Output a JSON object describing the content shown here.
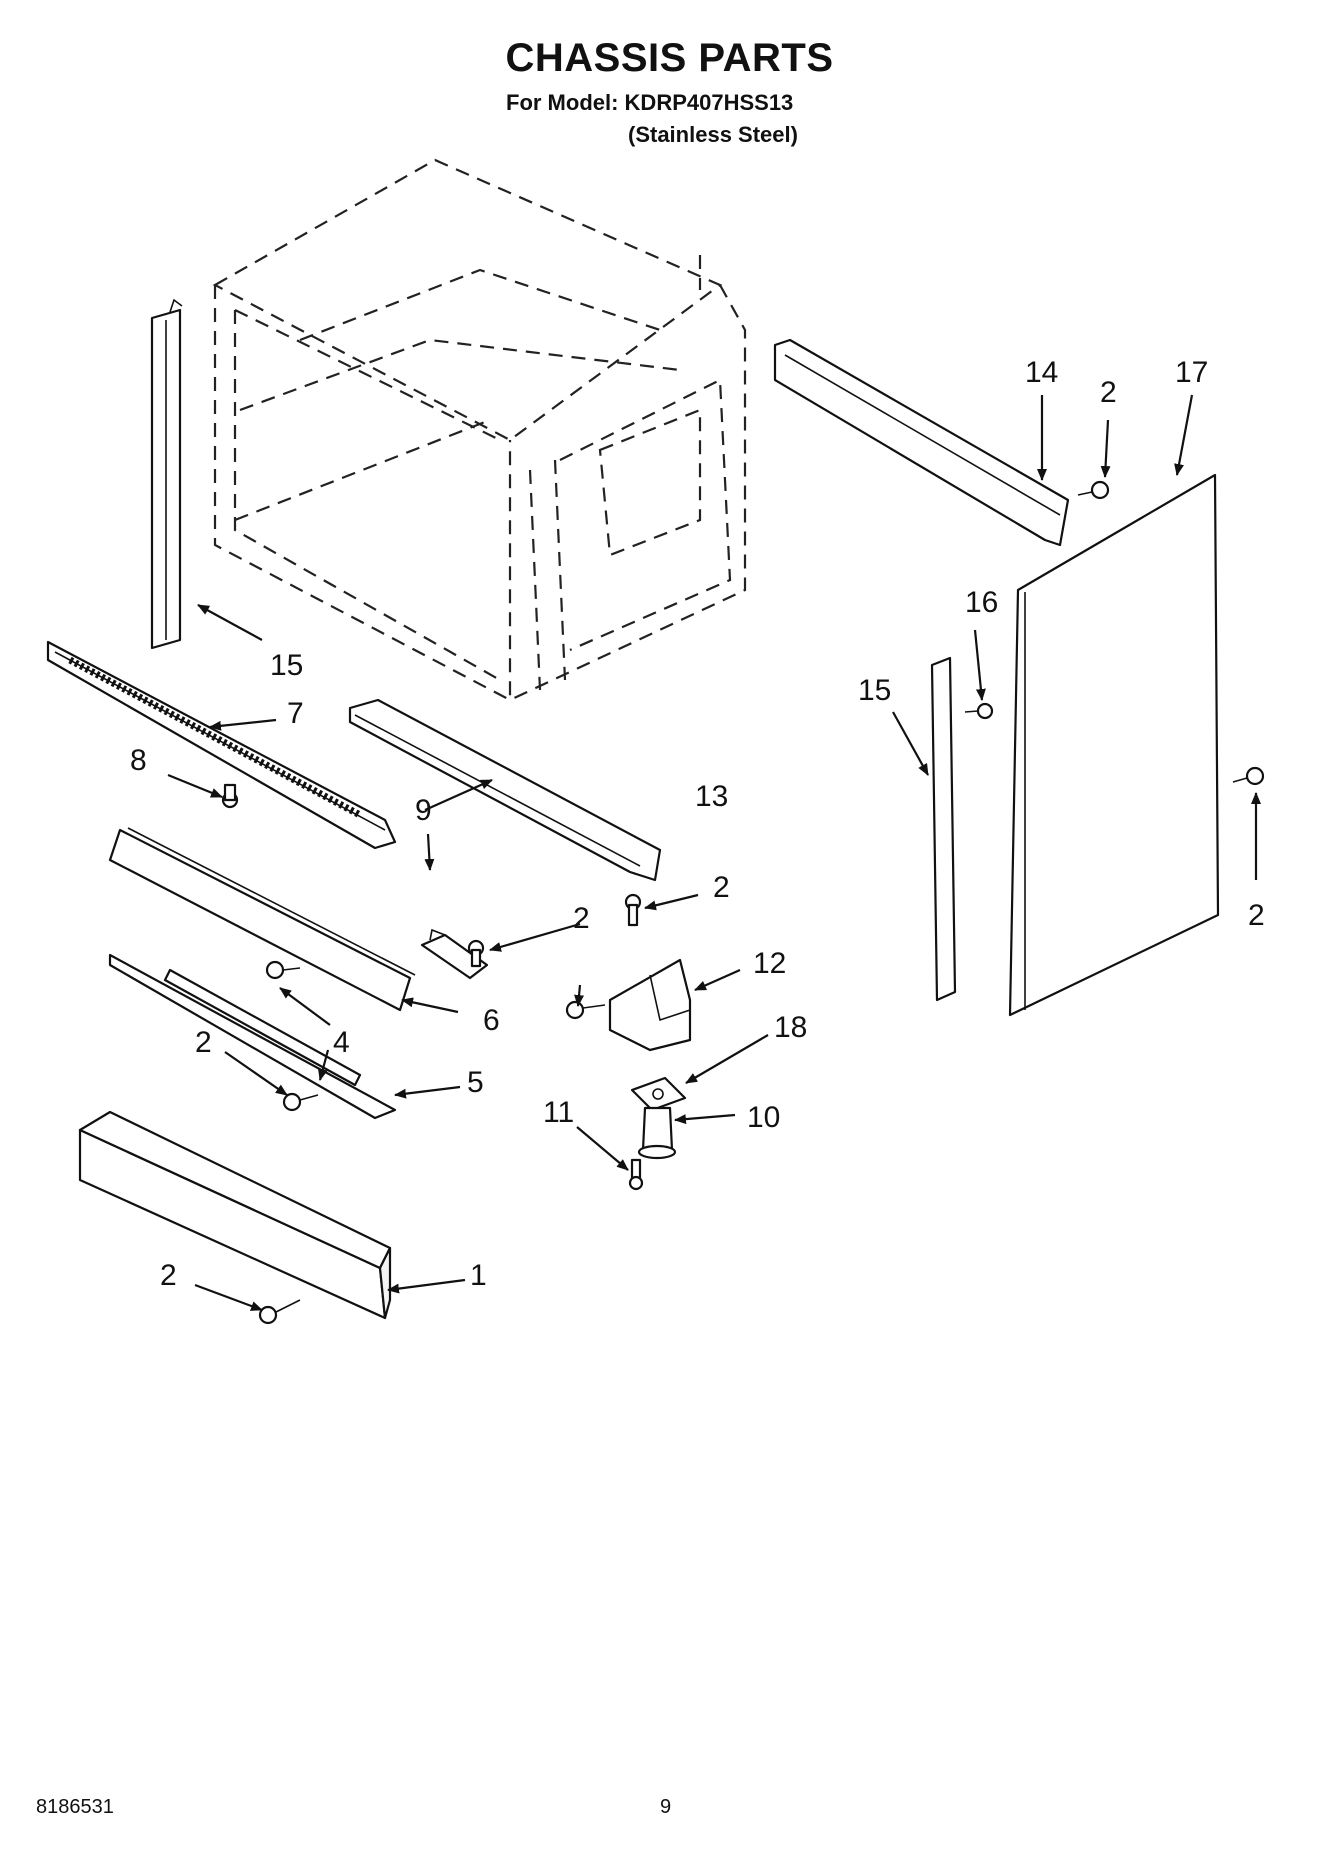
{
  "header": {
    "title": "CHASSIS PARTS",
    "model_line": "For Model: KDRP407HSS13",
    "finish_line": "(Stainless Steel)"
  },
  "callouts": {
    "c1": "1",
    "c2": "2",
    "c4": "4",
    "c5": "5",
    "c6": "6",
    "c7": "7",
    "c8": "8",
    "c9": "9",
    "c10": "10",
    "c11": "11",
    "c12": "12",
    "c13": "13",
    "c14": "14",
    "c15": "15",
    "c16": "16",
    "c17": "17",
    "c18": "18"
  },
  "footer": {
    "part_number": "8186531",
    "page_number": "9"
  }
}
